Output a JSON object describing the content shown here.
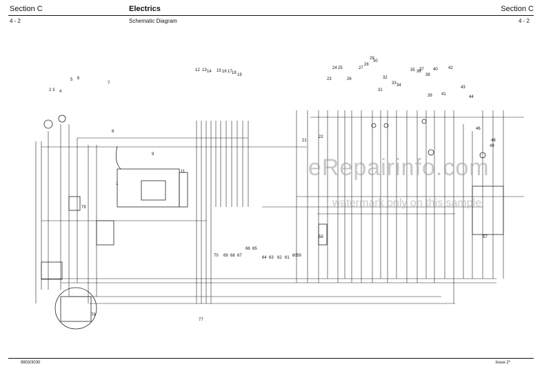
{
  "header": {
    "section_left": "Section C",
    "title": "Electrics",
    "section_right": "Section C",
    "page_left": "4 - 2",
    "subtitle": "Schematic Diagram",
    "page_right": "4 - 2"
  },
  "footer": {
    "doc_number": "9803/3030",
    "issue": "Issue 2*"
  },
  "watermark": {
    "main": "eRepairinfo.com",
    "sub": "watermark only on this sample"
  },
  "callouts": {
    "n1": "1",
    "n2": "2",
    "n3": "3",
    "n4": "4",
    "n5": "5",
    "n6": "6",
    "n7": "7",
    "n8": "8",
    "n9": "9",
    "n11": "11",
    "n12": "12",
    "n13": "13",
    "n14": "14",
    "n15": "15",
    "n16": "16",
    "n17": "17",
    "n18": "18",
    "n19": "19",
    "n21": "21",
    "n22": "22",
    "n23": "23",
    "n24": "24",
    "n25": "25",
    "n26": "26",
    "n27": "27",
    "n28": "28",
    "n29": "29",
    "n30": "30",
    "n31": "31",
    "n32": "32",
    "n33": "33",
    "n34": "34",
    "n35": "35",
    "n36": "36",
    "n37": "37",
    "n38": "38",
    "n39": "39",
    "n40": "40",
    "n41": "41",
    "n42": "42",
    "n43": "43",
    "n44": "44",
    "n46": "46",
    "n48": "48",
    "n49": "49",
    "n57": "57",
    "n58": "58",
    "n59": "59",
    "n60": "60",
    "n61": "61",
    "n62": "62",
    "n63": "63",
    "n64": "64",
    "n65": "65",
    "n66": "66",
    "n67": "67",
    "n68": "68",
    "n69": "69",
    "n70": "70",
    "n77": "77",
    "n78": "78",
    "n79": "79"
  },
  "colors": {
    "line": "#222222",
    "watermark": "#9a9a9a"
  }
}
